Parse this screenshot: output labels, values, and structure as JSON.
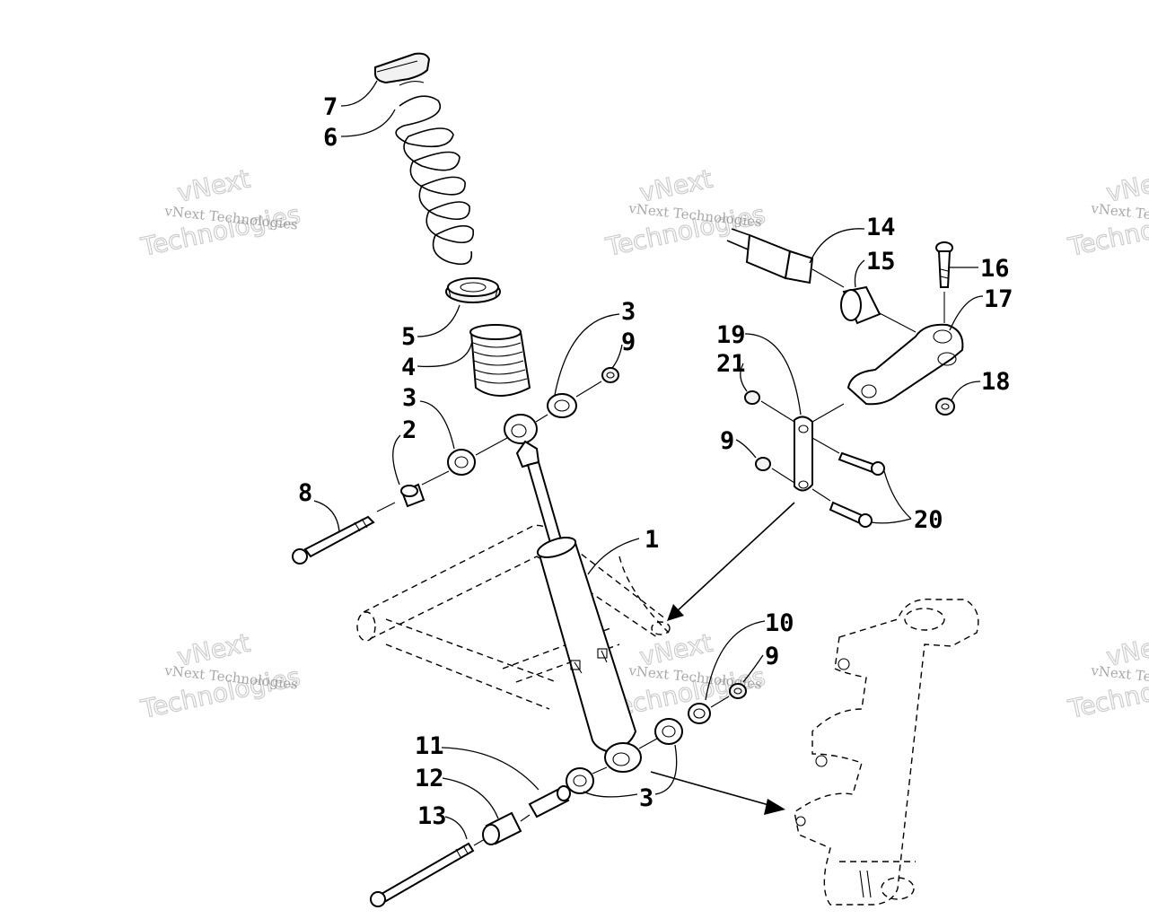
{
  "watermark": {
    "line1": "vNext Technologies",
    "line2": "vNext",
    "line3": "Technologies"
  },
  "callouts": {
    "c1": "1",
    "c2": "2",
    "c3a": "3",
    "c3b": "3",
    "c3c": "3",
    "c4": "4",
    "c5": "5",
    "c6": "6",
    "c7": "7",
    "c8": "8",
    "c9a": "9",
    "c9b": "9",
    "c9c": "9",
    "c10": "10",
    "c11": "11",
    "c12": "12",
    "c13": "13",
    "c14": "14",
    "c15": "15",
    "c16": "16",
    "c17": "17",
    "c18": "18",
    "c19": "19",
    "c20": "20",
    "c21": "21"
  }
}
